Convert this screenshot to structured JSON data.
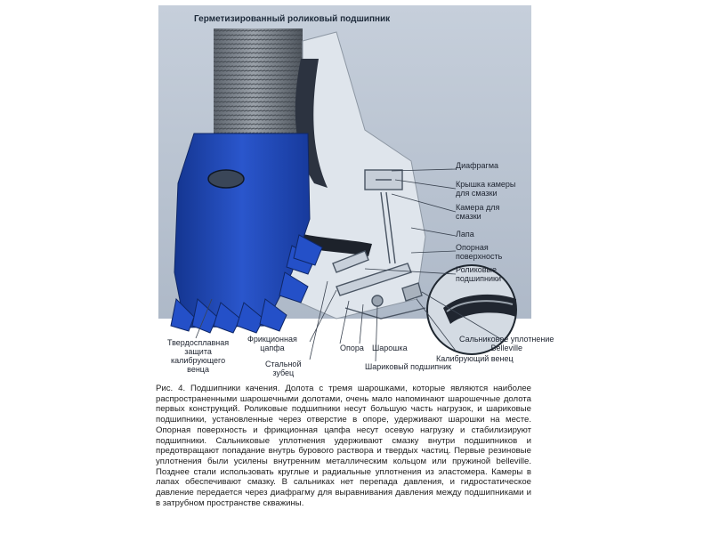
{
  "figure": {
    "title": "Герметизированный роликовый подшипник",
    "labels": {
      "diaphragm": "Диафрагма",
      "chamber_cover": "Крышка камеры\nдля смазки",
      "lubricant_chamber": "Камера для\nсмазки",
      "leg": "Лапа",
      "bearing_surface": "Опорная\nповерхность",
      "roller_bearings": "Роликовые\nподшипники",
      "seal": "Сальниковое уплотнение\nBelleville",
      "gauge_ring": "Калибрующий венец",
      "ball_bearing": "Шариковый подшипник",
      "ball": "Шарошка",
      "support": "Опора",
      "friction_pin": "Фрикционная\nцапфа",
      "steel_tooth": "Стальной\nзубец",
      "hardfacing": "Твердосплавная\nзащита\nкалибрующего\nвенца"
    }
  },
  "caption": "Рис. 4. Подшипники качения. Долота с тремя шарошками, которые являются наиболее распространенными шарошечными долотами, очень мало напоминают шарошечные долота первых конструкций. Роликовые подшипники несут большую часть нагрузок, и шариковые подшипники, установленные через отверстие в опоре, удерживают шарошки на месте. Опорная поверхность и фрикционная цапфа несут осевую нагрузку и стабилизируют подшипники. Сальниковые уплотнения удерживают смазку внутри подшипников и предотвращают попадание внутрь бурового раствора и твердых частиц. Первые резиновые уплотнения были усилены внутренним металлическим кольцом или пружиной belleville. Позднее стали использовать круглые и радиальные уплотнения из эластомера. Камеры в лапах обеспечивают смазку. В сальниках нет перепада давления, и гидростатическое давление передается через диафрагму для выравнивания давления между подшипниками и в затрубном пространстве скважины.",
  "colors": {
    "background": "#bcc6d3",
    "bit_blue": "#1f47b8",
    "bit_blue_dark": "#122c7a",
    "thread": "#6e7680",
    "steel": "#dde3ea"
  }
}
